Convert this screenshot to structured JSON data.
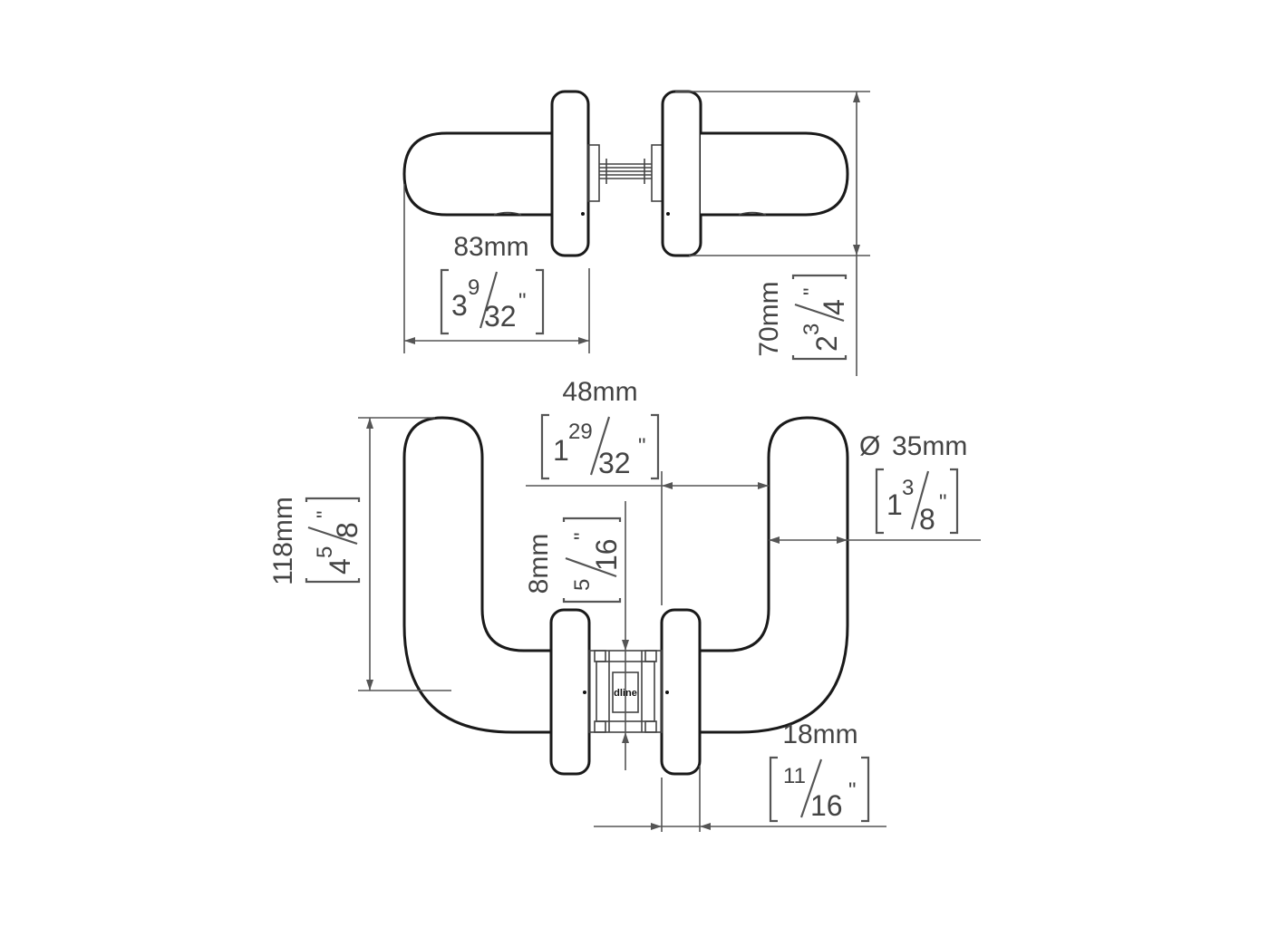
{
  "dimensions": {
    "top_width": {
      "mm": "83mm",
      "whole": "3",
      "num": "9",
      "den": "32",
      "inch": "\""
    },
    "top_height": {
      "mm": "70mm",
      "whole": "2",
      "num": "3",
      "den": "4",
      "inch": "\""
    },
    "projection": {
      "mm": "48mm",
      "whole": "1",
      "num": "29",
      "den": "32",
      "inch": "\""
    },
    "diameter": {
      "symbol": "Ø",
      "mm": "35mm",
      "whole": "1",
      "num": "3",
      "den": "8",
      "inch": "\""
    },
    "height": {
      "mm": "118mm",
      "whole": "4",
      "num": "5",
      "den": "8",
      "inch": "\""
    },
    "spindle": {
      "mm": "8mm",
      "num": "5",
      "den": "16",
      "inch": "\""
    },
    "rose": {
      "mm": "18mm",
      "num": "11",
      "den": "16",
      "inch": "\""
    }
  },
  "logo_text": "dline"
}
